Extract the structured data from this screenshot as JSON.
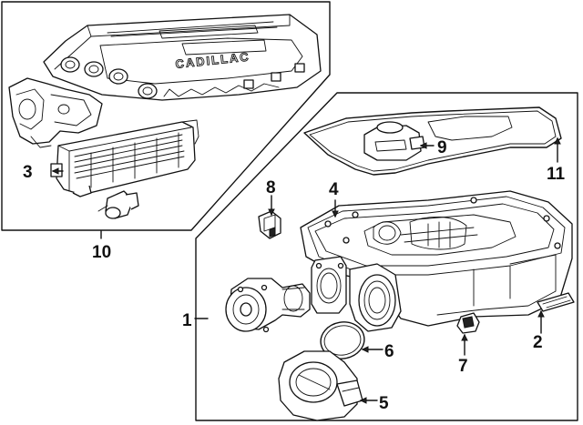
{
  "diagram": {
    "brand_text": "CADILLAC",
    "callouts": [
      {
        "id": "c1",
        "label": "1"
      },
      {
        "id": "c2",
        "label": "2"
      },
      {
        "id": "c3",
        "label": "3"
      },
      {
        "id": "c4",
        "label": "4"
      },
      {
        "id": "c5",
        "label": "5"
      },
      {
        "id": "c6",
        "label": "6"
      },
      {
        "id": "c7",
        "label": "7"
      },
      {
        "id": "c8",
        "label": "8"
      },
      {
        "id": "c9",
        "label": "9"
      },
      {
        "id": "c10",
        "label": "10"
      },
      {
        "id": "c11",
        "label": "11"
      }
    ]
  }
}
